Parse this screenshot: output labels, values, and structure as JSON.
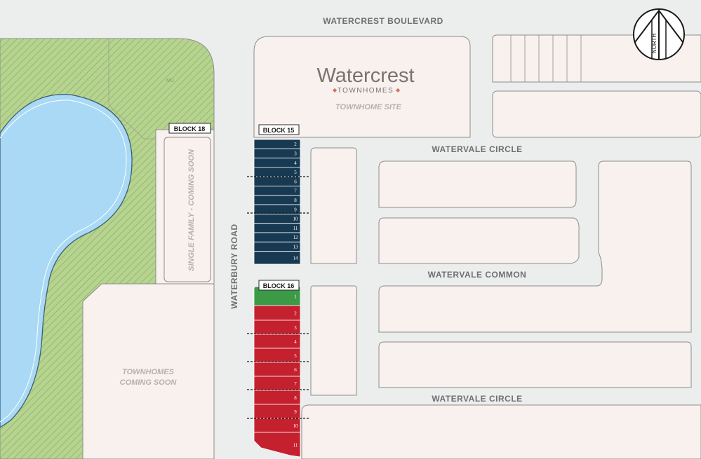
{
  "roads": {
    "boulevard": "WATERCREST BOULEVARD",
    "vale_circle_top": "WATERVALE CIRCLE",
    "vale_common": "WATERVALE COMMON",
    "vale_circle_bottom": "WATERVALE CIRCLE",
    "waterbury": "WATERBURY ROAD"
  },
  "brand": {
    "name": "Watercrest",
    "sub": "TOWNHOMES",
    "site_label": "TOWNHOME SITE",
    "name_color": "#7a7470",
    "accent_color": "#c8755c"
  },
  "areas": {
    "single_family": "SINGLE FAMILY - COMING SOON",
    "townhomes_line1": "TOWNHOMES",
    "townhomes_line2": "COMING SOON",
    "park_label": "MU"
  },
  "compass": {
    "label": "NORTH"
  },
  "blocks": [
    {
      "label": "BLOCK 15",
      "color": "#173a52",
      "lots": [
        "2",
        "3",
        "4",
        "5",
        "6",
        "7",
        "8",
        "9",
        "10",
        "11",
        "12",
        "13",
        "14"
      ]
    },
    {
      "label": "BLOCK 16",
      "lots": [
        {
          "number": "1",
          "status_color": "#3c9a46"
        },
        {
          "number": "2",
          "status_color": "#c5202e"
        },
        {
          "number": "3",
          "status_color": "#c5202e"
        },
        {
          "number": "4",
          "status_color": "#c5202e"
        },
        {
          "number": "5",
          "status_color": "#c5202e"
        },
        {
          "number": "6",
          "status_color": "#c5202e"
        },
        {
          "number": "7",
          "status_color": "#c5202e"
        },
        {
          "number": "8",
          "status_color": "#c5202e"
        },
        {
          "number": "9",
          "status_color": "#c5202e"
        },
        {
          "number": "10",
          "status_color": "#c5202e"
        },
        {
          "number": "11",
          "status_color": "#c5202e"
        }
      ]
    },
    {
      "label": "BLOCK 18"
    }
  ],
  "colors": {
    "road": "#eceded",
    "parcel": "#f8f1ed",
    "parcel_stroke": "#8d8d8d",
    "park": "#b6d48f",
    "park_hatch": "#8fb567",
    "water": "#a9d9f4",
    "water_stroke": "#3e5d73"
  }
}
